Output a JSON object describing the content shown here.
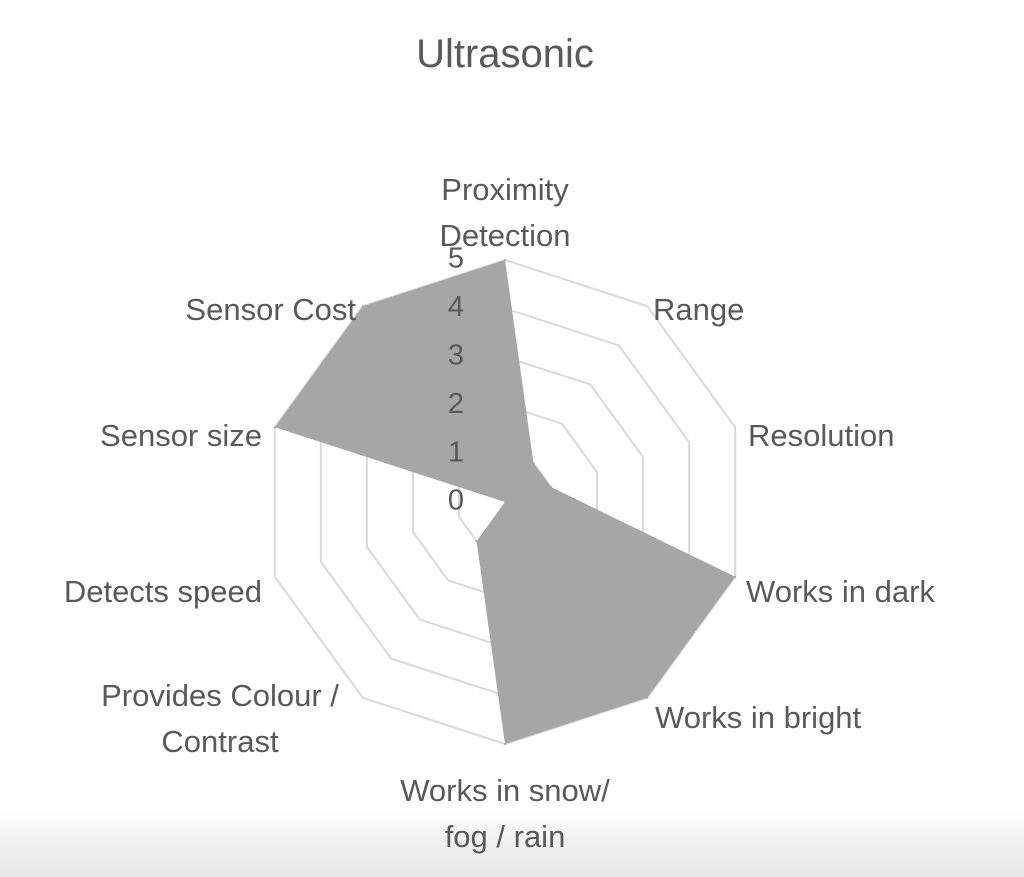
{
  "chart_data": {
    "type": "radar",
    "title": "Ultrasonic",
    "categories": [
      [
        "Proximity",
        "Detection"
      ],
      [
        "Range"
      ],
      [
        "Resolution"
      ],
      [
        "Works in dark"
      ],
      [
        "Works in bright"
      ],
      [
        "Works in snow/",
        "fog / rain"
      ],
      [
        "Provides Colour /",
        "Contrast"
      ],
      [
        "Detects speed"
      ],
      [
        "Sensor size"
      ],
      [
        "Sensor Cost"
      ]
    ],
    "series": [
      {
        "values": [
          5,
          1,
          1,
          5,
          5,
          5,
          1,
          0,
          5,
          5
        ]
      }
    ],
    "rlim": [
      0,
      5
    ],
    "ticks": [
      "0",
      "1",
      "2",
      "3",
      "4",
      "5"
    ],
    "grid": true,
    "colors": {
      "fill": "#a6a6a6",
      "grid": "#d9d9d9",
      "text": "#595959"
    }
  }
}
